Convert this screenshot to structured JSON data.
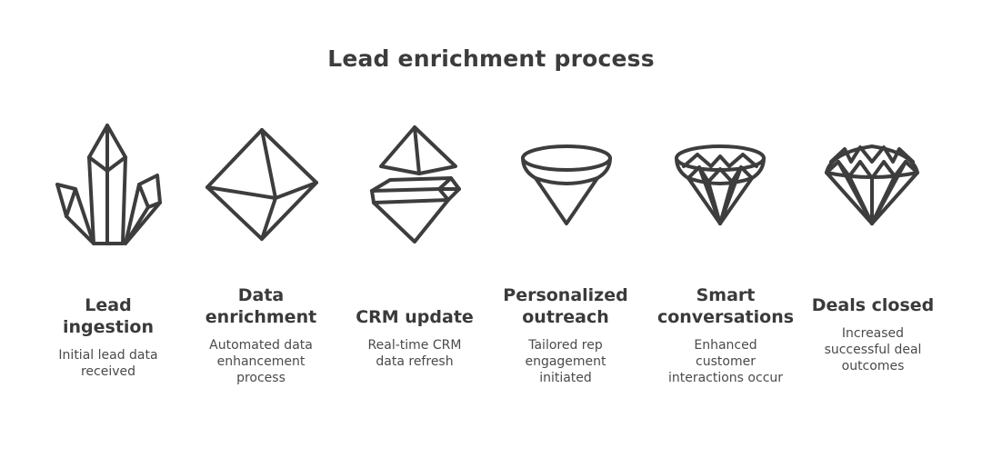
{
  "title": "Lead enrichment process",
  "stages": [
    {
      "title_lines": [
        "Lead",
        "ingestion"
      ],
      "desc_lines": [
        "Initial lead data",
        "received"
      ],
      "icon": "crystal-cluster-icon"
    },
    {
      "title_lines": [
        "Data",
        "enrichment"
      ],
      "desc_lines": [
        "Automated data",
        "enhancement",
        "process"
      ],
      "icon": "octahedron-gem-icon"
    },
    {
      "title_lines": [
        "CRM update"
      ],
      "desc_lines": [
        "Real-time CRM",
        "data refresh"
      ],
      "icon": "split-gem-icon"
    },
    {
      "title_lines": [
        "Personalized",
        "outreach"
      ],
      "desc_lines": [
        "Tailored rep",
        "engagement",
        "initiated"
      ],
      "icon": "simple-cut-gem-icon"
    },
    {
      "title_lines": [
        "Smart",
        "conversations"
      ],
      "desc_lines": [
        "Enhanced",
        "customer",
        "interactions occur"
      ],
      "icon": "faceted-gem-icon"
    },
    {
      "title_lines": [
        "Deals closed"
      ],
      "desc_lines": [
        "Increased",
        "successful deal",
        "outcomes"
      ],
      "icon": "brilliant-diamond-icon"
    }
  ]
}
